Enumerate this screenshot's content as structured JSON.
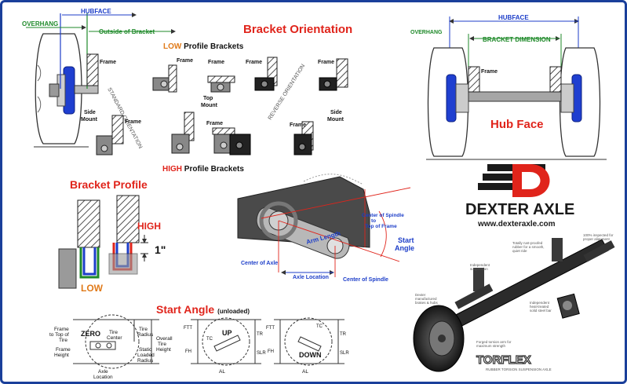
{
  "bracket_orientation": {
    "title": "Bracket Orientation",
    "overhang": "OVERHANG",
    "hubface": "HUBFACE",
    "outside_of_bracket": "Outside of Bracket",
    "low_word": "LOW",
    "low_rest": " Profile Brackets",
    "high_word": "HIGH",
    "high_rest": " Profile Brackets",
    "frame": "Frame",
    "standard_orientation": "STANDARD ORIENTATION",
    "reverse_orientation": "REVERSE ORIENTATION",
    "top_mount_1": "Top",
    "top_mount_2": "Mount",
    "side_mount_1": "Side",
    "side_mount_2": "Mount"
  },
  "hub_face": {
    "title": "Hub Face",
    "hubface": "HUBFACE",
    "overhang": "OVERHANG",
    "bracket_dimension": "BRACKET DIMENSION",
    "frame": "Frame"
  },
  "bracket_profile": {
    "title": "Bracket Profile",
    "high": "HIGH",
    "low": "LOW",
    "one_inch": "1\""
  },
  "spindle_diagram": {
    "center_spindle_top_1": "Center of Spindle",
    "center_spindle_top_2": "to",
    "center_spindle_top_3": "Top of Frame",
    "start_angle_1": "Start",
    "start_angle_2": "Angle",
    "arm_length": "Arm Length",
    "center_of_axle": "Center of Axle",
    "axle_location": "Axle Location",
    "center_of_spindle": "Center of Spindle"
  },
  "brand": {
    "name": "DEXTER AXLE",
    "url": "www.dexteraxle.com",
    "colors": {
      "red": "#e0241b",
      "navy": "#1a1a1a"
    }
  },
  "start_angle": {
    "title": "Start Angle",
    "subtitle": "(unloaded)",
    "zero": "ZERO",
    "up": "UP",
    "down": "DOWN",
    "frame_to_top_1": "Frame",
    "frame_to_top_2": "to Top of",
    "frame_to_top_3": "Tire",
    "frame_height_1": "Frame",
    "frame_height_2": "Height",
    "tire_center_1": "Tire",
    "tire_center_2": "Center",
    "tire_radius_1": "Tire",
    "tire_radius_2": "Radius",
    "static_loaded_1": "Static",
    "static_loaded_2": "Loaded",
    "static_loaded_3": "Radius",
    "overall_tire_1": "Overall",
    "overall_tire_2": "Tire",
    "overall_tire_3": "Height",
    "axle_location_1": "Axle",
    "axle_location_2": "Location",
    "ftt": "FTT",
    "fh": "FH",
    "tc": "TC",
    "tr": "TR",
    "slr": "SLR",
    "al": "AL"
  },
  "torflex": {
    "logo": "TORFLEX",
    "tagline": "RUBBER TORSION SUSPENSION AXLE",
    "note_1a": "Totally rust-proofed",
    "note_1b": "rubber for a smooth,",
    "note_1c": "quiet ride",
    "note_2a": "100% inspected for",
    "note_2b": "proper alignment",
    "note_3a": "Independent",
    "note_3b": "suspension",
    "note_4a": "Dexter",
    "note_4b": "manufactured",
    "note_4c": "brakes & hubs",
    "note_5a": "Independent",
    "note_5b": "heat-treated",
    "note_5c": "solid steel bar",
    "note_6a": "Forged torsion arm for",
    "note_6b": "maximum strength"
  }
}
